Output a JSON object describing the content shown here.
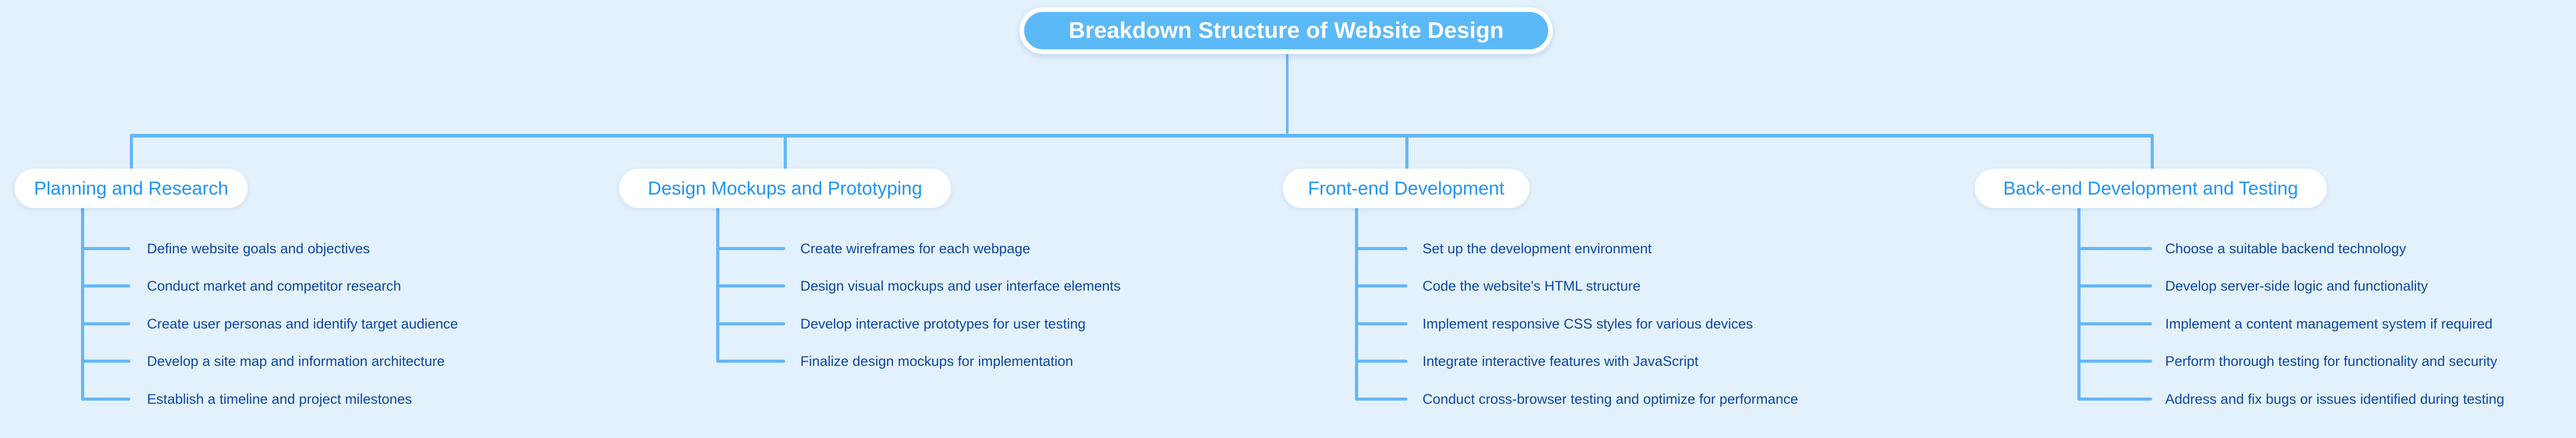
{
  "title": "Breakdown Structure of Website Design",
  "colors": {
    "background": "#e3f1fc",
    "line": "#64b7f6",
    "root_fill": "#5cb9f8",
    "root_text": "#ffffff",
    "branch_label": "#2196f3",
    "item_text": "#0d47a1"
  },
  "branches": [
    {
      "label": "Planning and Research",
      "items": [
        "Define website goals and objectives",
        "Conduct market and competitor research",
        "Create user personas and identify target audience",
        "Develop a site map and information architecture",
        "Establish a timeline and project milestones"
      ]
    },
    {
      "label": "Design Mockups and Prototyping",
      "items": [
        "Create wireframes for each webpage",
        "Design visual mockups and user interface elements",
        "Develop interactive prototypes for user testing",
        "Finalize design mockups for implementation"
      ]
    },
    {
      "label": "Front-end Development",
      "items": [
        "Set up the development environment",
        "Code the website's HTML structure",
        "Implement responsive CSS styles for various devices",
        "Integrate interactive features with JavaScript",
        "Conduct cross-browser testing and optimize for performance"
      ]
    },
    {
      "label": "Back-end Development and Testing",
      "items": [
        "Choose a suitable backend technology",
        "Develop server-side logic and functionality",
        "Implement a content management system if required",
        "Perform thorough testing for functionality and security",
        "Address and fix bugs or issues identified during testing"
      ]
    }
  ]
}
